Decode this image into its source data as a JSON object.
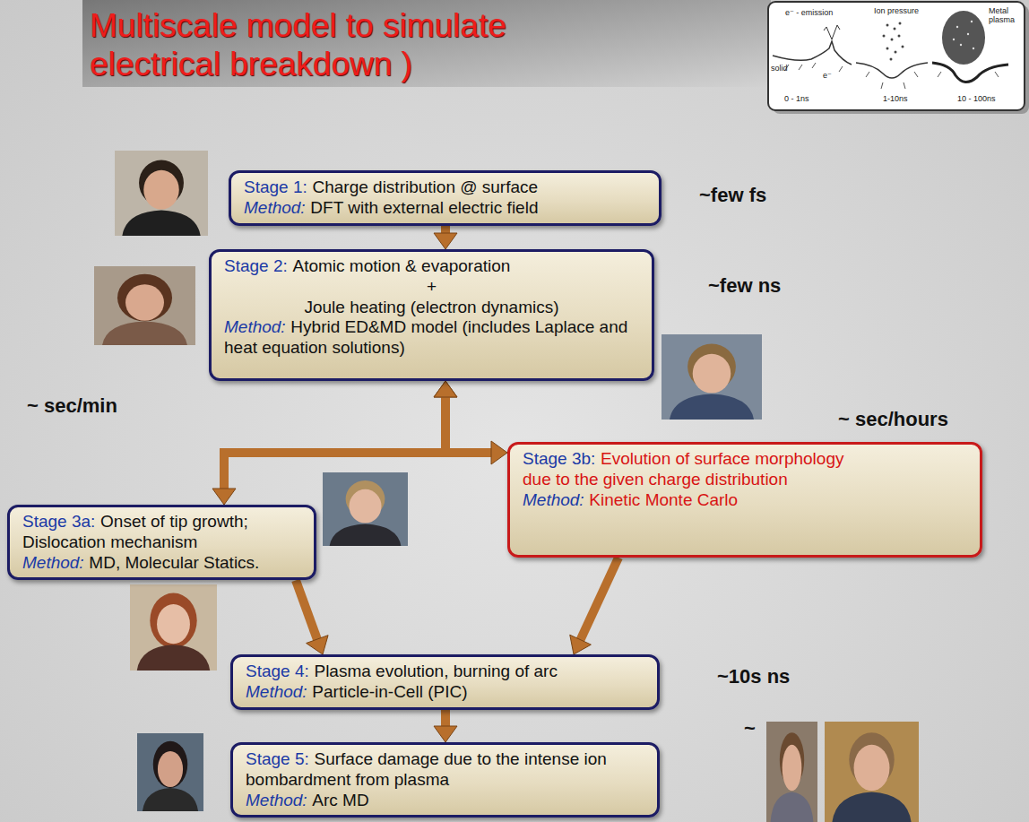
{
  "diagram": {
    "title": "Multiscale model to simulate electrical breakdown )",
    "nodes": [
      {
        "text": [
          "Stage 1:",
          "Charge distribution @ surface",
          "Method:",
          "DFT with external electric field"
        ]
      },
      {
        "text": [
          "Stage 2:",
          "Atomic motion & evaporation",
          "+",
          "Joule heating (electron dynamics)",
          "Method:",
          "Hybrid ED&MD model (includes Laplace and heat equation solutions)"
        ]
      },
      {
        "text": [
          "Stage 3a:",
          "Onset of tip growth; Dislocation mechanism",
          "Method:",
          "MD, Molecular Statics."
        ]
      },
      {
        "text": [
          "Stage 3b:",
          "Evolution of surface morphology due to the given charge distribution",
          "Method:",
          "Kinetic Monte Carlo"
        ]
      },
      {
        "text": [
          "Stage 4:",
          "Plasma evolution, burning of arc",
          "Method:",
          "Particle-in-Cell (PIC)"
        ]
      },
      {
        "text": [
          "Stage 5:",
          "Surface damage due to the intense ion bombardment from plasma",
          "Method:",
          "Arc MD"
        ]
      }
    ],
    "edges": [
      {
        "from": 0,
        "to": 1,
        "arrow": "to"
      },
      {
        "from": 1,
        "to": 2,
        "arrow": "both"
      },
      {
        "from": 1,
        "to": 3,
        "arrow": "both"
      },
      {
        "from": 2,
        "to": 4,
        "arrow": "to"
      },
      {
        "from": 3,
        "to": 4,
        "arrow": "to"
      },
      {
        "from": 4,
        "to": 5,
        "arrow": "to"
      }
    ],
    "labels": [
      "~few fs",
      "~few ns",
      "~ sec/min",
      "~ sec/hours",
      "~10s ns",
      "~",
      "e⁻ - emission",
      "Ion pressure",
      "Metal plasma",
      "solid",
      "e⁻",
      "0 - 1ns",
      "1-10ns",
      "10 - 100ns"
    ]
  }
}
